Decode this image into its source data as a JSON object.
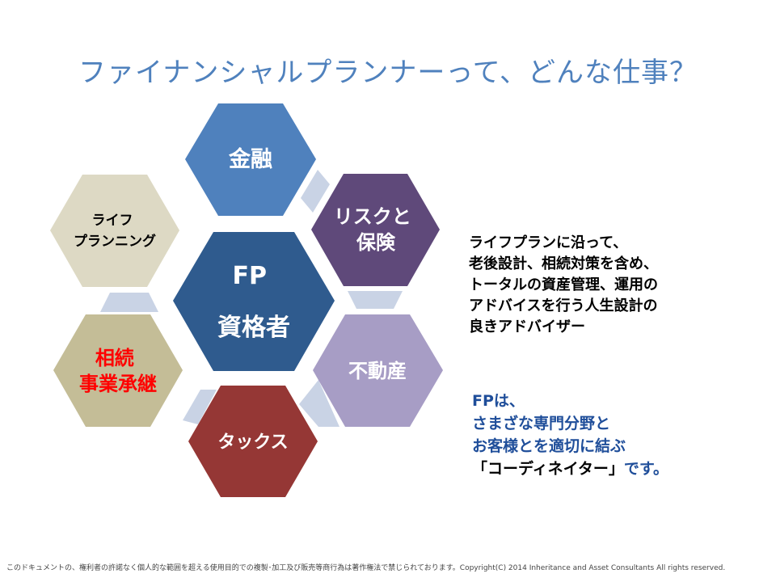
{
  "title": "ファイナンシャルプランナーって、どんな仕事？",
  "hexagons": {
    "center": {
      "lines": [
        "FP",
        "資格者"
      ],
      "color": "#2f5b8e"
    },
    "kinyu": {
      "lines": [
        "金融"
      ],
      "color": "#4f81bd"
    },
    "risk": {
      "lines": [
        "リスクと",
        "保険"
      ],
      "color": "#5f497a"
    },
    "fudosan": {
      "lines": [
        "不動産"
      ],
      "color": "#a79dc5"
    },
    "tax": {
      "lines": [
        "タックス"
      ],
      "color": "#953735"
    },
    "sozoku": {
      "lines": [
        "相続",
        "事業承継"
      ],
      "color": "#c4bd97"
    },
    "life": {
      "lines": [
        "ライフ",
        "プランニング"
      ],
      "color": "#ddd9c4"
    }
  },
  "connector_color": "#c9d3e5",
  "description": [
    "ライフプランに沿って、",
    "老後設計、相続対策を含め、",
    "トータルの資産管理、運用の",
    "アドバイスを行う人生設計の",
    "良きアドバイザー"
  ],
  "fp_note": {
    "line1": "FPは、",
    "line2": "さまざな専門分野と",
    "line3": "お客様とを適切に結ぶ",
    "line4_quote": "「コーディネイター」",
    "line4_rest": "です。"
  },
  "footer": "このドキュメントの、権利者の許諾なく個人的な範囲を超える使用目的での複製･加工及び販売等商行為は著作権法で禁じられております。Copyright(C) 2014 Inheritance and Asset Consultants All rights reserved."
}
